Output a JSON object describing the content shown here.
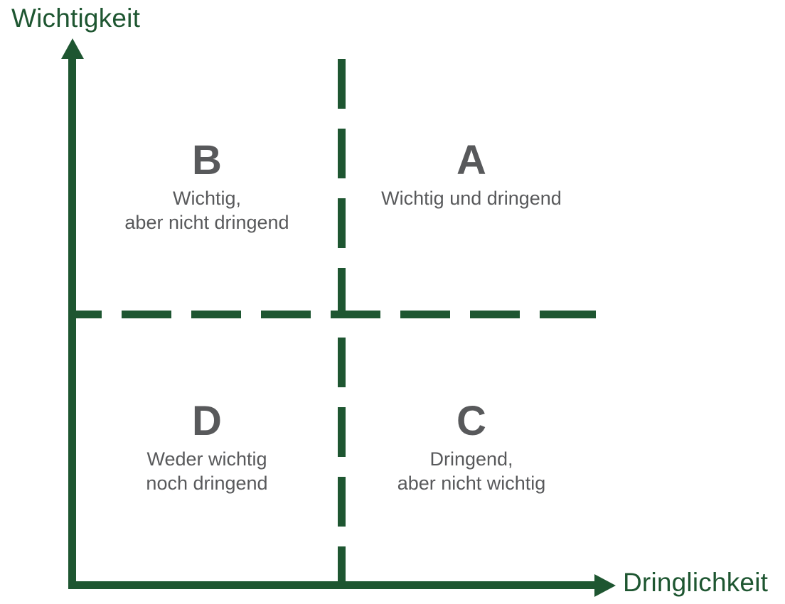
{
  "colors": {
    "accent_green": "#1e5631",
    "text_gray": "#58595b",
    "background": "#ffffff"
  },
  "axes": {
    "y_label": "Wichtigkeit",
    "x_label": "Dringlichkeit"
  },
  "quadrants": {
    "b": {
      "letter": "B",
      "lines": [
        "Wichtig,",
        "aber nicht dringend"
      ]
    },
    "a": {
      "letter": "A",
      "lines": [
        "Wichtig und dringend"
      ]
    },
    "d": {
      "letter": "D",
      "lines": [
        "Weder wichtig",
        "noch dringend"
      ]
    },
    "c": {
      "letter": "C",
      "lines": [
        "Dringend,",
        "aber nicht wichtig"
      ]
    }
  }
}
